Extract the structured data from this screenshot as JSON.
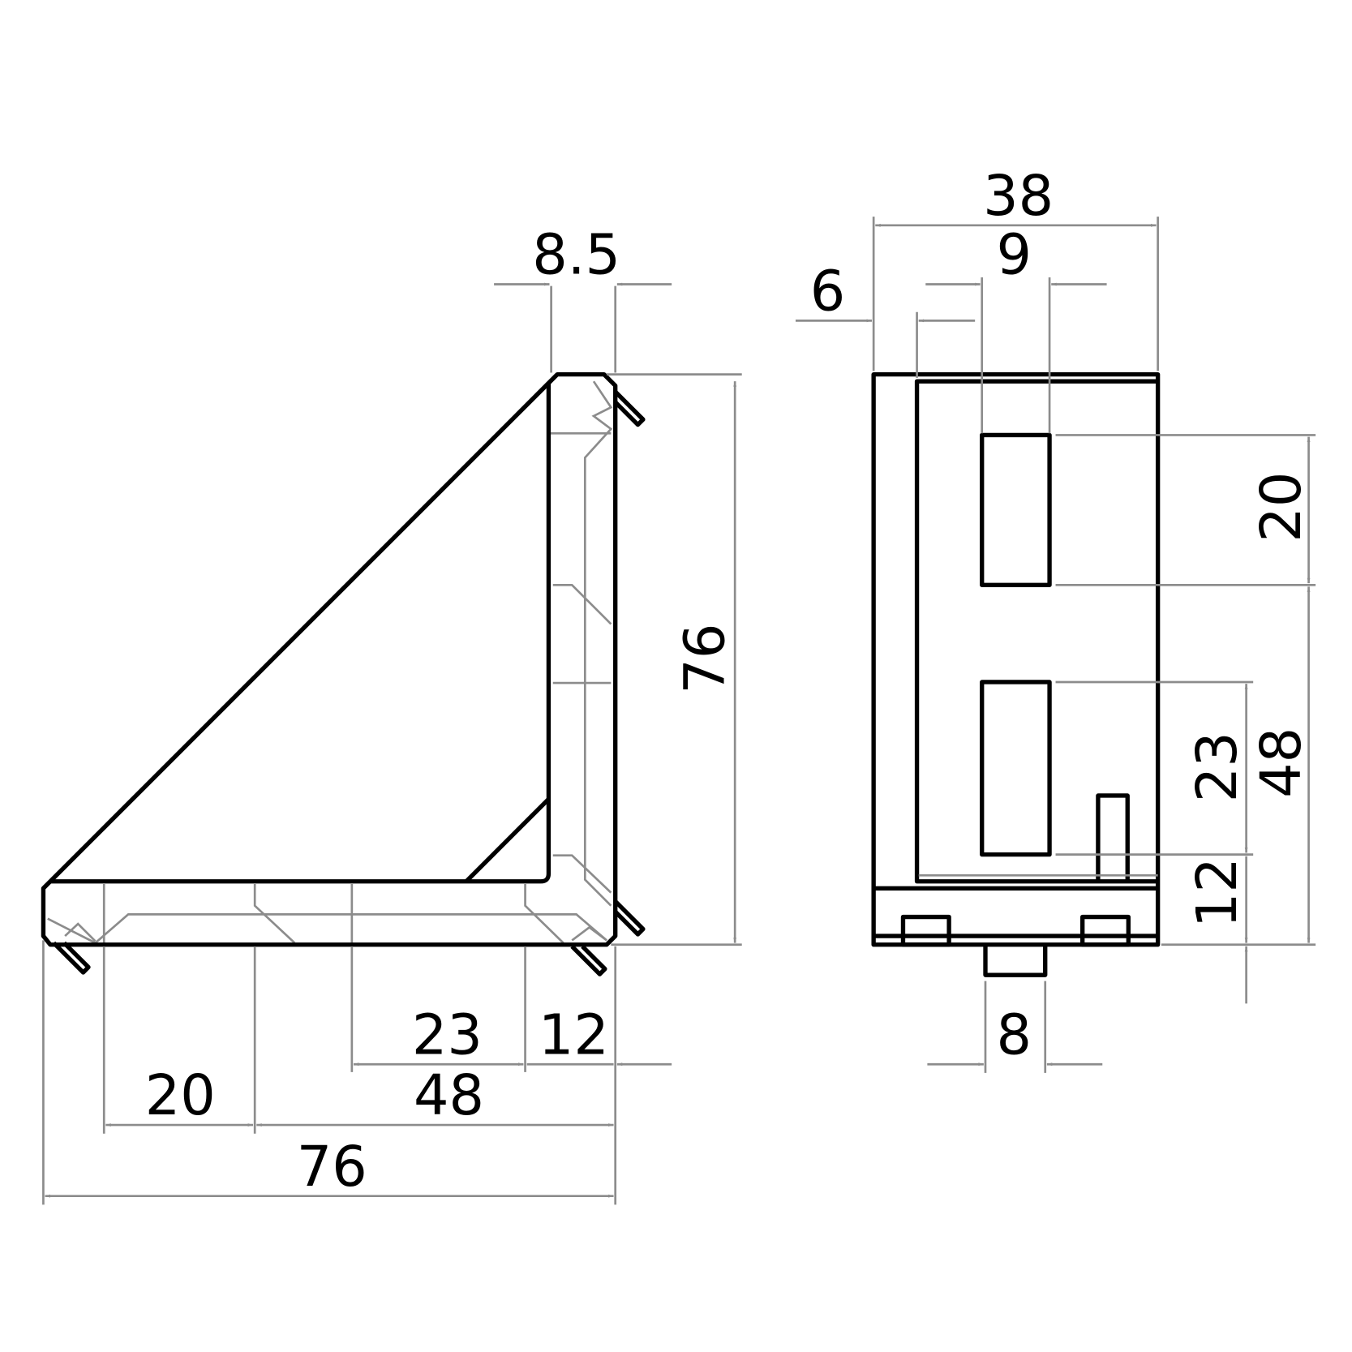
{
  "title": "Angle bracket technical drawing",
  "colors": {
    "outline": "#000000",
    "dimension": "#8c8c8c",
    "background": "#ffffff"
  },
  "side_view": {
    "dims": {
      "slot_width": "8.5",
      "height": "76",
      "dist_23": "23",
      "dist_12": "12",
      "dist_20": "20",
      "dist_48": "48",
      "width": "76"
    }
  },
  "front_view": {
    "dims": {
      "width": "38",
      "slot_width": "9",
      "offset": "6",
      "slot_height": "20",
      "slot2_height": "23",
      "pitch": "48",
      "bottom": "12",
      "tab_width": "8"
    }
  }
}
